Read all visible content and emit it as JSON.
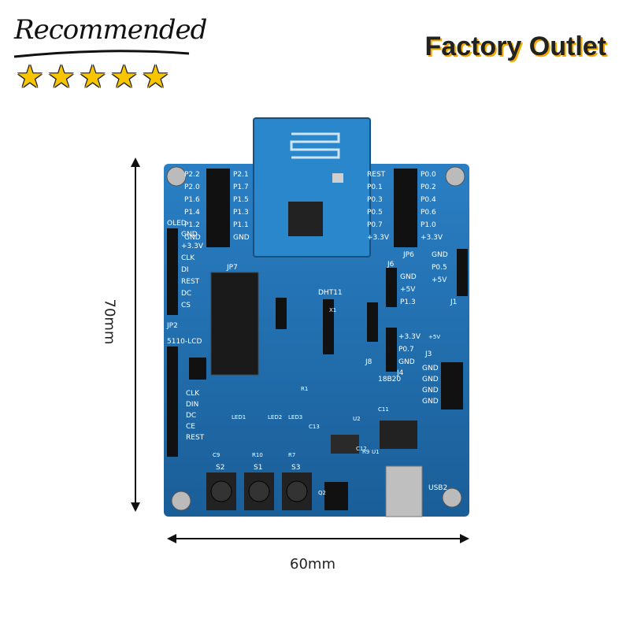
{
  "badge": {
    "text": "Recommended",
    "star_count": 5,
    "rating": 5,
    "star_color": "#f7c600"
  },
  "header": {
    "title": "Factory Outlet",
    "accent_color": "#f2a900"
  },
  "dimensions": {
    "height_label": "70mm",
    "width_label": "60mm"
  },
  "board": {
    "pcb_color": "#1f6fb0",
    "connectors": {
      "jp7": "JP7",
      "jp6": "JP6",
      "jp2": "JP2",
      "j1": "J1",
      "j3": "J3",
      "j4": "J4",
      "j6": "J6",
      "j8": "J8",
      "usb2": "USB2",
      "oled": "OLED",
      "lcd": "5110-LCD",
      "dht": "DHT11",
      "ds": "18B20"
    },
    "buttons": [
      "S2",
      "S1",
      "S3"
    ],
    "left_pins": [
      "P2.2",
      "P2.0",
      "P1.6",
      "P1.4",
      "P1.2",
      "GND"
    ],
    "left_pins2": [
      "P2.1",
      "P1.7",
      "P1.5",
      "P1.3",
      "P1.1",
      "GND"
    ],
    "right_pins": [
      "REST",
      "P0.1",
      "P0.3",
      "P0.5",
      "P0.7",
      "+3.3V"
    ],
    "right_pins2": [
      "P0.0",
      "P0.2",
      "P0.4",
      "P0.6",
      "P1.0",
      "+3.3V"
    ],
    "oled_pins": [
      "GND",
      "+3.3V",
      "CLK",
      "DI",
      "REST",
      "DC",
      "CS"
    ],
    "lcd_pins": [
      "CLK",
      "DIN",
      "DC",
      "CE",
      "REST"
    ],
    "j1_pins": [
      "GND",
      "P0.5",
      "+5V"
    ],
    "j3_pins": [
      "GND",
      "GND",
      "GND",
      "GND"
    ],
    "j4_pins": [
      "+3.3V",
      "P0.7",
      "GND"
    ],
    "j6_pins": [
      "GND",
      "+5V",
      "P1.3"
    ],
    "misc": [
      "LED1",
      "LED2",
      "LED3",
      "C13",
      "C12",
      "C11",
      "C9",
      "R10",
      "R7",
      "R1",
      "R9",
      "U1",
      "U2",
      "Q2",
      "X1",
      "+5V"
    ]
  }
}
